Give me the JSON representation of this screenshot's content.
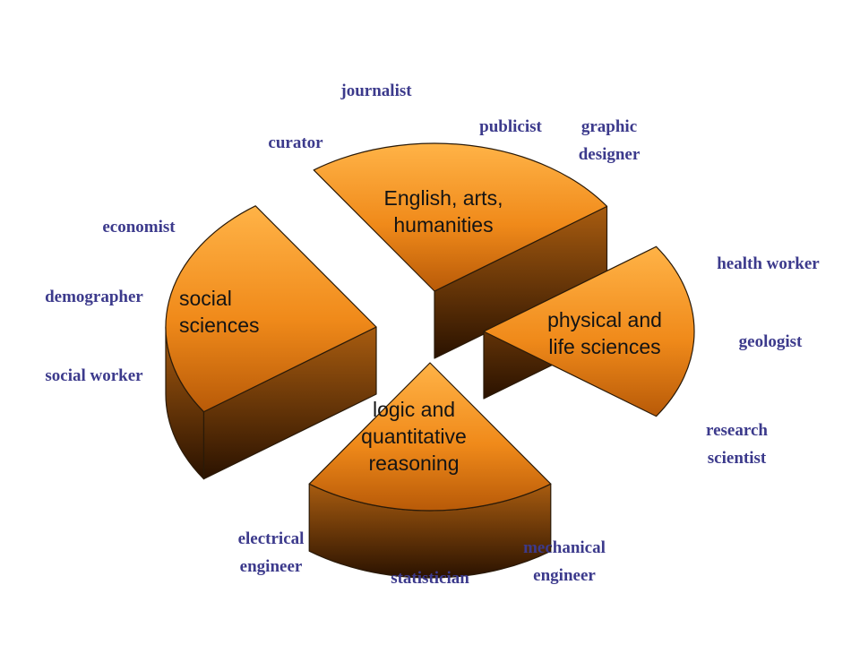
{
  "colors": {
    "top_light": "#ffb347",
    "top_mid": "#f08a1a",
    "top_dark": "#b85a08",
    "side_light": "#a85c10",
    "side_dark": "#2a1200",
    "outline": "#2a1a08",
    "career_text": "#3c3a8c",
    "sector_text": "#141414"
  },
  "sectors": [
    {
      "id": "humanities",
      "label": "English, arts,\nhumanities"
    },
    {
      "id": "physical-life",
      "label": "physical and\nlife sciences"
    },
    {
      "id": "logic-quant",
      "label": "logic and\nquantitative\nreasoning"
    },
    {
      "id": "social",
      "label": "social\nsciences"
    }
  ],
  "careers": {
    "journalist": "journalist",
    "curator": "curator",
    "publicist": "publicist",
    "graphic_designer": "graphic\ndesigner",
    "economist": "economist",
    "demographer": "demographer",
    "social_worker": "social worker",
    "health_worker": "health worker",
    "geologist": "geologist",
    "research_scientist": "research\nscientist",
    "electrical_engineer": "electrical\nengineer",
    "statistician": "statistician",
    "mechanical_engineer": "mechanical\nengineer"
  }
}
